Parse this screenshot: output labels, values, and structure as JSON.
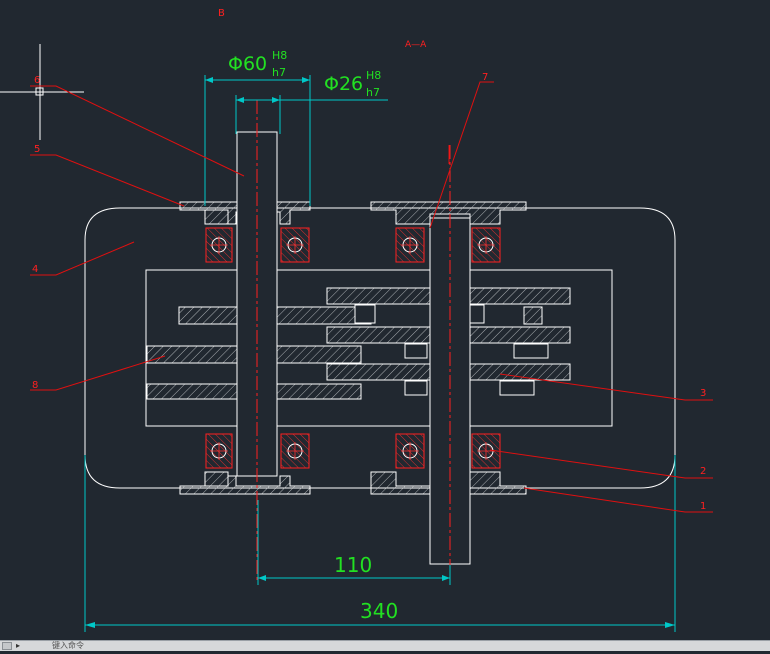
{
  "drawing": {
    "view_label_b": "B",
    "section_label": "A—A",
    "dim_bore_large": "Φ60",
    "dim_bore_large_tol_upper": "H8",
    "dim_bore_large_tol_lower": "h7",
    "dim_bore_small": "Φ26",
    "dim_bore_small_tol_upper": "H8",
    "dim_bore_small_tol_lower": "h7",
    "dim_center_distance": "110",
    "dim_overall_length": "340",
    "part_labels": [
      "1",
      "2",
      "3",
      "4",
      "5",
      "6",
      "7",
      "8"
    ]
  },
  "colors": {
    "background": "#212830",
    "outline": "#ffffff",
    "dimension": "#00c8c8",
    "dimension_text": "#00e000",
    "leader": "#e01010",
    "hatch": "#ffffff",
    "bearing": "#ff2020"
  },
  "command_bar": {
    "icon": "cmd-icon",
    "prompt_text": "键入命令"
  }
}
